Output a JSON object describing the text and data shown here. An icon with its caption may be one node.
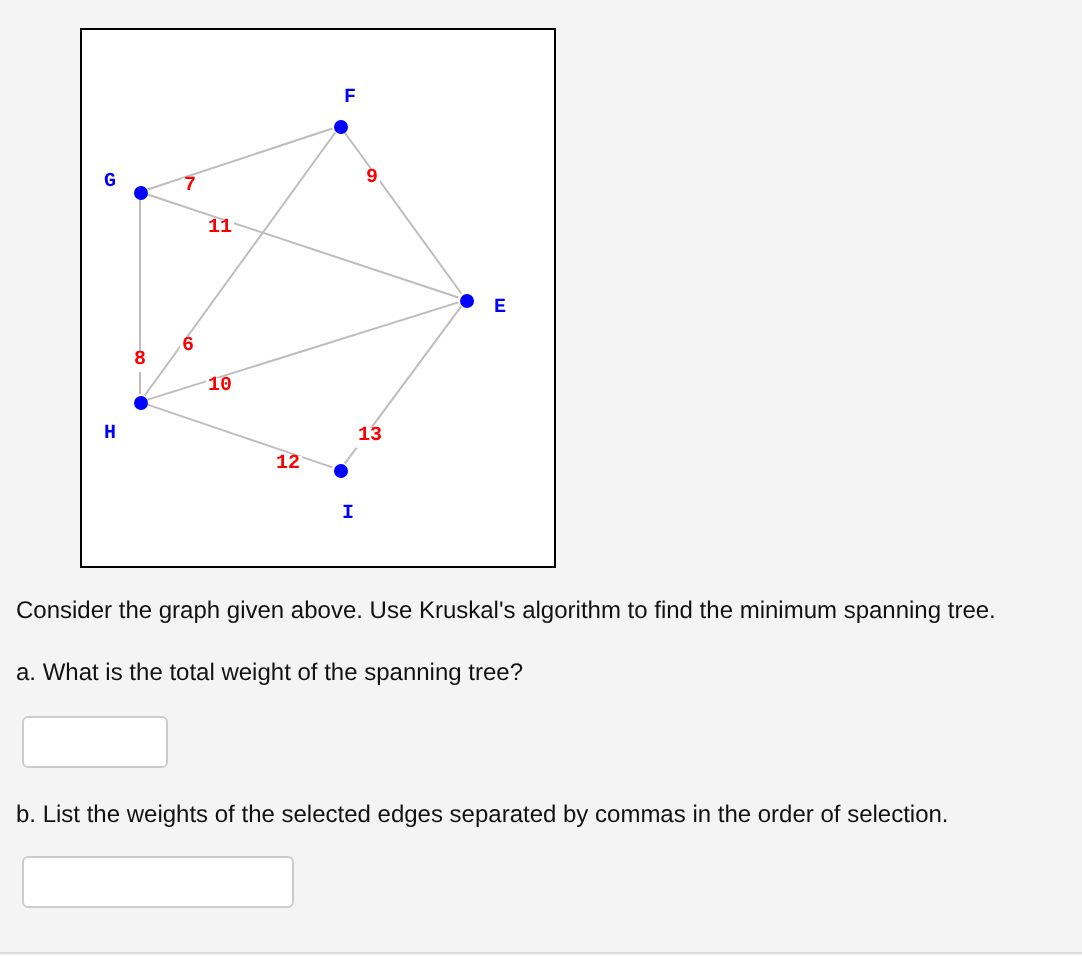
{
  "diagram": {
    "nodes": [
      {
        "text": [
          "F"
        ]
      },
      {
        "text": [
          "G"
        ]
      },
      {
        "text": [
          "E"
        ]
      },
      {
        "text": [
          "H"
        ]
      },
      {
        "text": [
          "I"
        ]
      }
    ],
    "edges": [
      {
        "from": 1,
        "to": 0,
        "arrow": "none",
        "label": "7"
      },
      {
        "from": 0,
        "to": 2,
        "arrow": "none",
        "label": "9"
      },
      {
        "from": 1,
        "to": 2,
        "arrow": "none",
        "label": "11"
      },
      {
        "from": 0,
        "to": 3,
        "arrow": "none",
        "label": "6"
      },
      {
        "from": 1,
        "to": 3,
        "arrow": "none",
        "label": "8"
      },
      {
        "from": 3,
        "to": 2,
        "arrow": "none",
        "label": "10"
      },
      {
        "from": 3,
        "to": 4,
        "arrow": "none",
        "label": "12"
      },
      {
        "from": 4,
        "to": 2,
        "arrow": "none",
        "label": "13"
      }
    ],
    "labels": [
      "Consider the graph given above. Use Kruskal's algorithm to find the minimum spanning tree.",
      "a. What is the total weight of the spanning tree?",
      "b. List the weights of the selected edges separated by commas in the order of selection."
    ]
  }
}
